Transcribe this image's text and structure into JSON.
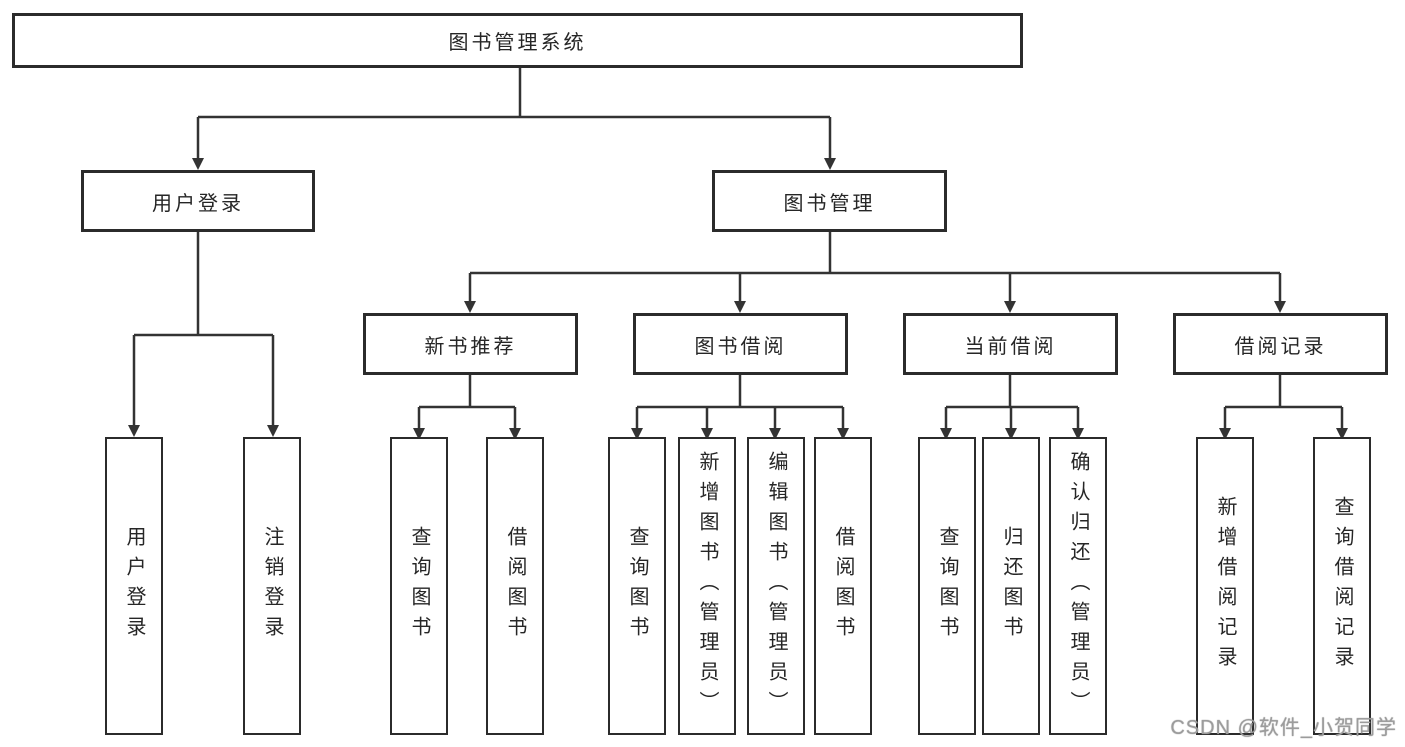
{
  "colors": {
    "background": "#ffffff",
    "box_border": "#2b2b2b",
    "connector": "#333333",
    "text": "#262626",
    "watermark": "#9c9c9c"
  },
  "diagram": {
    "type": "hierarchy-tree",
    "tree": {
      "label": "图书管理系统",
      "children": [
        {
          "label": "用户登录",
          "children": [
            {
              "label": "用户登录"
            },
            {
              "label": "注销登录"
            }
          ]
        },
        {
          "label": "图书管理",
          "children": [
            {
              "label": "新书推荐",
              "children": [
                {
                  "label": "查询图书"
                },
                {
                  "label": "借阅图书"
                }
              ]
            },
            {
              "label": "图书借阅",
              "children": [
                {
                  "label": "查询图书"
                },
                {
                  "label": "新增图书（管理员）"
                },
                {
                  "label": "编辑图书（管理员）"
                },
                {
                  "label": "借阅图书"
                }
              ]
            },
            {
              "label": "当前借阅",
              "children": [
                {
                  "label": "查询图书"
                },
                {
                  "label": "归还图书"
                },
                {
                  "label": "确认归还（管理员）"
                }
              ]
            },
            {
              "label": "借阅记录",
              "children": [
                {
                  "label": "新增借阅记录"
                },
                {
                  "label": "查询借阅记录"
                }
              ]
            }
          ]
        }
      ]
    }
  },
  "watermark": {
    "text": "CSDN @软件_小贺同学"
  }
}
